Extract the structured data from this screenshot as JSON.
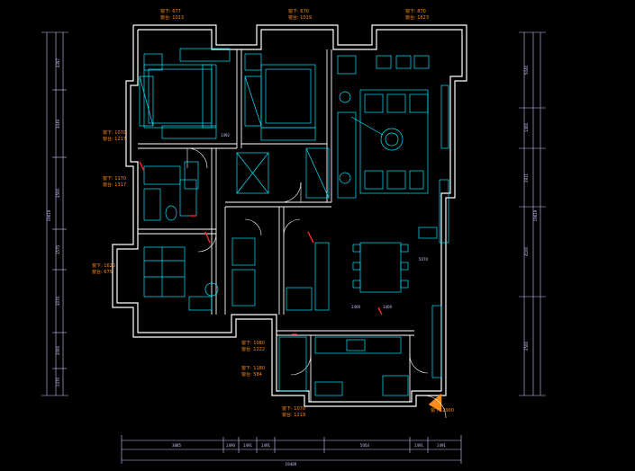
{
  "annotations": [
    {
      "line1": "窗下: 677",
      "line2": "窗台: 1013"
    },
    {
      "line1": "窗下: 670",
      "line2": "窗台: 1019"
    },
    {
      "line1": "窗下: 870",
      "line2": "窗台: 1623"
    },
    {
      "line1": "窗下: 1070",
      "line2": "窗台: 1217"
    },
    {
      "line1": "窗下: 1170",
      "line2": "窗台: 1317"
    },
    {
      "line1": "窗下: 1620",
      "line2": "窗台: 675"
    },
    {
      "line1": "窗下: 1080",
      "line2": "窗台: 1222"
    },
    {
      "line1": "窗下: 1180",
      "line2": "窗台: 584"
    },
    {
      "line1": "窗下: 1070",
      "line2": "窗台: 1219"
    },
    {
      "line1": "窗下: 2900",
      "line2": ""
    }
  ],
  "dimensions": {
    "bottom_row1": [
      "3885",
      "1490",
      "1491",
      "1491",
      "5003",
      "1491",
      "1491"
    ],
    "bottom_total": "19489",
    "left": [
      "4397",
      "3049",
      "3500",
      "1575",
      "3070",
      "2000",
      "1470"
    ],
    "left_total": "19619",
    "right": [
      "5040",
      "1400",
      "2911",
      "4100",
      "3500"
    ],
    "right_total": "19619",
    "inner": [
      "1492",
      "1400",
      "1400",
      "5070"
    ]
  },
  "colors": {
    "background": "#000000",
    "wall": "#ffffff",
    "furniture": "#00e5ff",
    "annotation": "#ff8c1a",
    "accent": "#ff2222",
    "dimension": "#c8c8ff"
  }
}
